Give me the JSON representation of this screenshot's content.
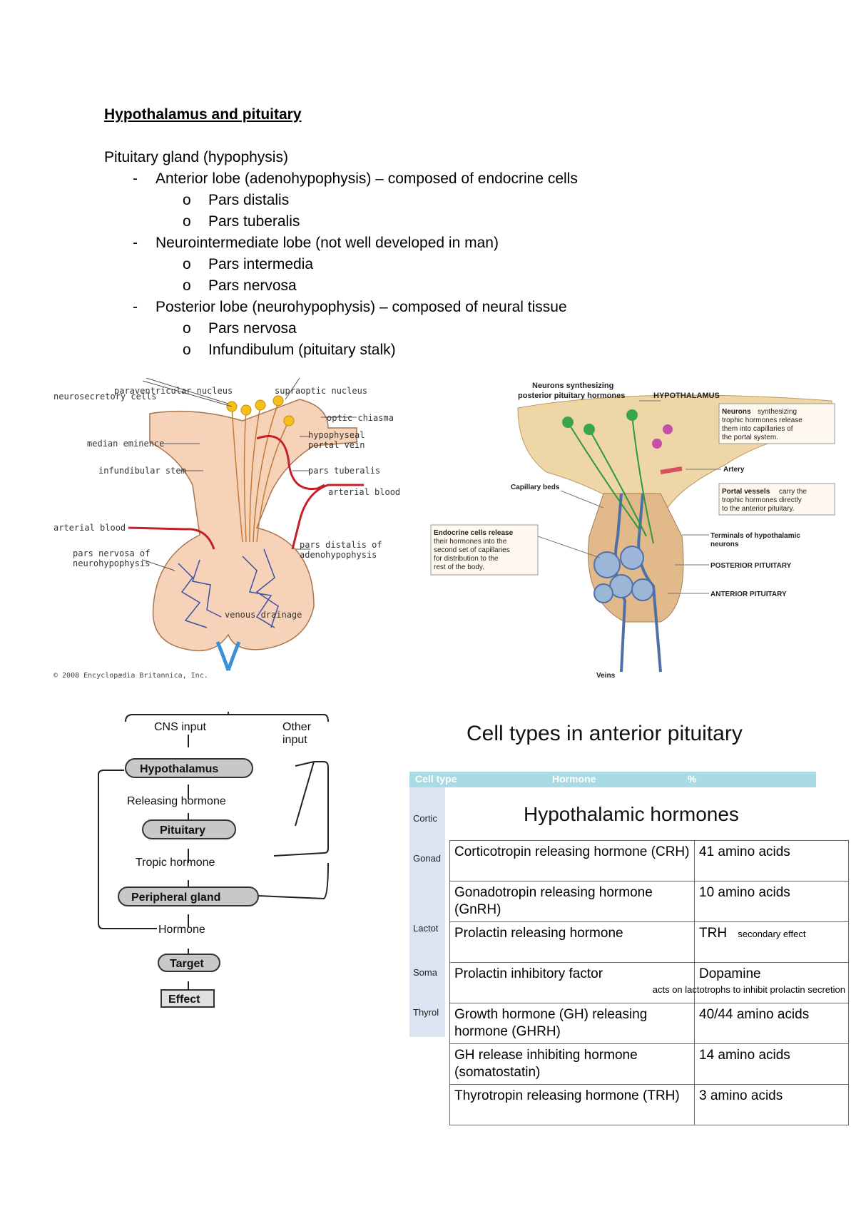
{
  "notes": {
    "title": "Hypothalamus and pituitary",
    "heading": "Pituitary gland (hypophysis)",
    "sections": [
      {
        "label": "Anterior lobe (adenohypophysis) – composed of endocrine cells",
        "items": [
          "Pars distalis",
          "Pars tuberalis"
        ]
      },
      {
        "label": "Neurointermediate lobe (not well developed in man)",
        "items": [
          "Pars intermedia",
          "Pars nervosa"
        ]
      },
      {
        "label": "Posterior lobe (neurohypophysis) – composed of neural tissue",
        "items": [
          "Pars nervosa",
          "Infundibulum (pituitary stalk)"
        ]
      }
    ]
  },
  "fig1": {
    "labels": {
      "paraventricular": "paraventricular nucleus",
      "supraoptic": "supraoptic nucleus",
      "neurosecretory": "neurosecretory cells",
      "optic": "optic chiasma",
      "portal_vein": "hypophyseal",
      "portal_vein2": "portal vein",
      "median": "median eminence",
      "infundibular": "infundibular stem",
      "pars_tuberalis": "pars tuberalis",
      "arterial_right": "arterial blood",
      "arterial_left": "arterial blood",
      "pars_distalis": "pars distalis of",
      "pars_distalis2": "adenohypophysis",
      "pars_nervosa": "pars nervosa of",
      "pars_nervosa2": "neurohypophysis",
      "venous": "venous drainage",
      "copyright": "© 2008 Encyclopædia Britannica, Inc."
    }
  },
  "fig2": {
    "labels": {
      "neurons_top": "Neurons synthesizing",
      "neurons_top2": "posterior pituitary hormones",
      "hypothalamus": "HYPOTHALAMUS",
      "neurons_right_bold": "Neurons",
      "neurons_right_rest": "synthesizing",
      "neurons_right2": "trophic hormones release",
      "neurons_right3": "them into capillaries of",
      "neurons_right4": "the portal system.",
      "artery": "Artery",
      "capillary": "Capillary beds",
      "portal_bold": "Portal vessels",
      "portal_rest": "carry the",
      "portal2": "trophic hormones directly",
      "portal3": "to the anterior pituitary.",
      "endocrine_bold": "Endocrine cells release",
      "endocrine2": "their hormones into the",
      "endocrine3": "second set of capillaries",
      "endocrine4": "for distribution to the",
      "endocrine5": "rest of the body.",
      "terminals": "Terminals of hypothalamic",
      "terminals2": "neurons",
      "posterior": "POSTERIOR PITUITARY",
      "anterior": "ANTERIOR PITUITARY",
      "veins": "Veins"
    }
  },
  "flow": {
    "cns": "CNS input",
    "other": "Other",
    "other2": "input",
    "hypothalamus": "Hypothalamus",
    "releasing": "Releasing hormone",
    "pituitary": "Pituitary",
    "tropic": "Tropic hormone",
    "peripheral": "Peripheral gland",
    "hormone": "Hormone",
    "target": "Target",
    "effect": "Effect"
  },
  "cell_types": {
    "title": "Cell types in anterior pituitary",
    "headers": [
      "Cell type",
      "Hormone",
      "%"
    ],
    "left_cells": [
      "Cortic",
      "Gonad",
      "Lactot",
      "Soma",
      "Thyrol"
    ]
  },
  "hypothalamic": {
    "title": "Hypothalamic hormones",
    "rows": [
      {
        "name": "Corticotropin releasing hormone (CRH)",
        "value": "41 amino acids",
        "note": ""
      },
      {
        "name": "Gonadotropin releasing hormone (GnRH)",
        "value": "10 amino acids",
        "note": ""
      },
      {
        "name": "Prolactin releasing hormone",
        "value": "TRH",
        "note": "secondary effect"
      },
      {
        "name": "Prolactin inhibitory factor",
        "value": "Dopamine",
        "note": "acts on lactotrophs to inhibit prolactin secretion"
      },
      {
        "name": "Growth hormone (GH) releasing hormone (GHRH)",
        "value": "40/44 amino acids",
        "note": ""
      },
      {
        "name": "GH release inhibiting hormone (somatostatin)",
        "value": "14 amino acids",
        "note": ""
      },
      {
        "name": "Thyrotropin releasing hormone (TRH)",
        "value": "3 amino acids",
        "note": ""
      }
    ]
  }
}
